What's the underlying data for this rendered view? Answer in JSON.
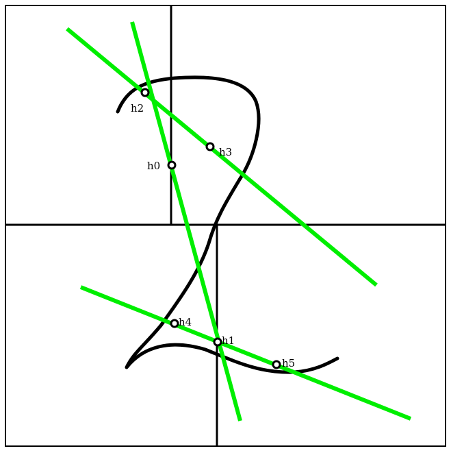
{
  "colors": {
    "background": "#ffffff",
    "frame": "#000000",
    "curve": "#000000",
    "guide_lines": "#00ee00"
  },
  "points": [
    {
      "id": "h0",
      "label": "h0"
    },
    {
      "id": "h1",
      "label": "h1"
    },
    {
      "id": "h2",
      "label": "h2"
    },
    {
      "id": "h3",
      "label": "h3"
    },
    {
      "id": "h4",
      "label": "h4"
    },
    {
      "id": "h5",
      "label": "h5"
    }
  ],
  "guide_lines": [
    {
      "id": "line-h2-h3",
      "through": [
        "h2",
        "h3"
      ]
    },
    {
      "id": "line-h2-h1",
      "through": [
        "h2",
        "h1"
      ]
    },
    {
      "id": "line-h4-h5",
      "through": [
        "h4",
        "h1",
        "h5"
      ]
    }
  ]
}
